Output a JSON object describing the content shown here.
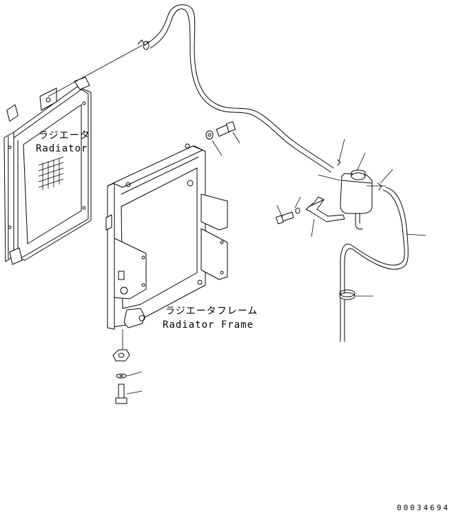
{
  "labels": {
    "radiator_jp": "ラジエータ",
    "radiator_en": "Radiator",
    "frame_jp": "ラジエータフレーム",
    "frame_en": "Radiator Frame",
    "drawing_id": "00034694"
  }
}
